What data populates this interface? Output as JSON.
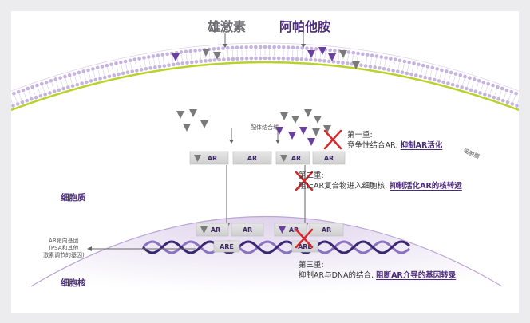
{
  "labels": {
    "androgen": "雄激素",
    "apalutamide": "阿帕他胺",
    "binding_domain": "配体结合域",
    "membrane": "细胞膜",
    "cytoplasm": "细胞质",
    "nucleus": "细胞核",
    "ar_target_line1": "AR靶向基因",
    "ar_target_line2": "(PSA和其他",
    "ar_target_line3": "激素调节的基因)"
  },
  "receptors": {
    "ar_label": "AR",
    "are_label": "ARE"
  },
  "mechanisms": [
    {
      "heading": "第一重:",
      "text": "竞争性结合AR, ",
      "emphasis": "抑制AR活化"
    },
    {
      "heading": "第二重:",
      "text": "阻止AR复合物进入细胞核, ",
      "emphasis": "抑制活化AR的核转运"
    },
    {
      "heading": "第三重:",
      "text": "抑制AR与DNA的结合, ",
      "emphasis": "阻断AR介导的基因转录"
    }
  ],
  "colors": {
    "androgen": "#7a7a7a",
    "apalutamide": "#6a3fa0",
    "membrane_head": "#c6b3e0",
    "membrane_line": "#b9d22a",
    "dna_a": "#3b2670",
    "dna_b": "#8a72bf",
    "inhibit": "#d9282b"
  }
}
